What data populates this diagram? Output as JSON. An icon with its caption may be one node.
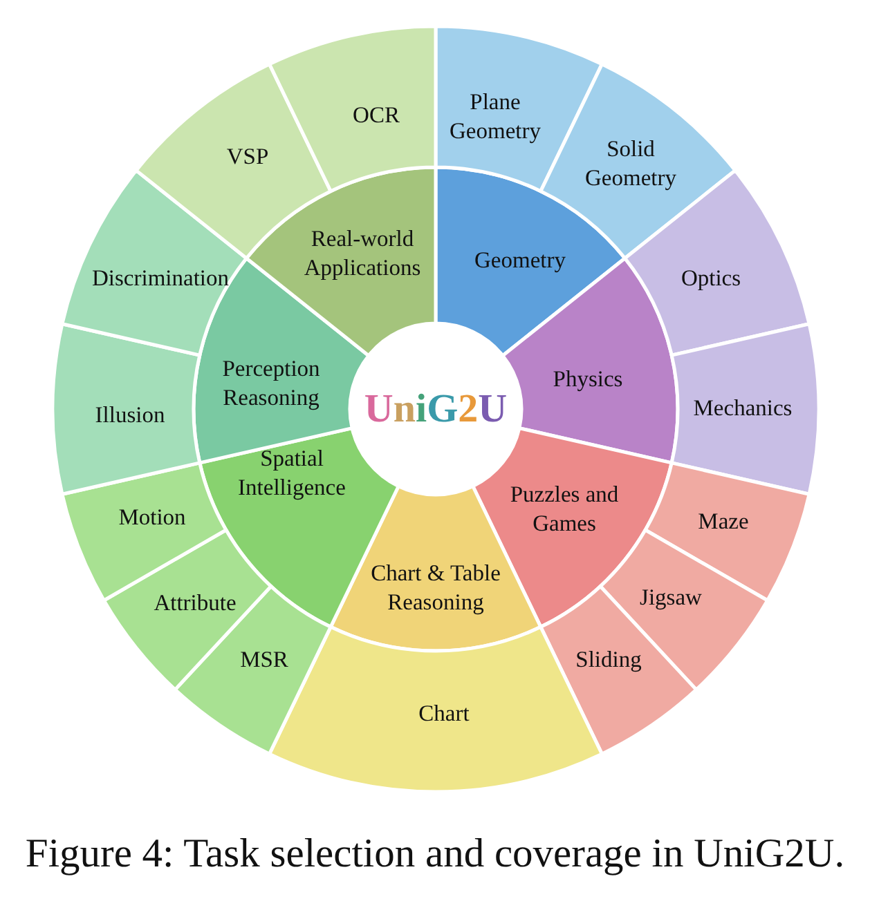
{
  "diagram": {
    "caption": "Figure 4: Task selection and coverage in UniG2U.",
    "nodes": [
      {
        "text": [
          "UniG2U"
        ]
      },
      {
        "text": [
          "Geometry"
        ]
      },
      {
        "text": [
          "Plane Geometry"
        ]
      },
      {
        "text": [
          "Solid Geometry"
        ]
      },
      {
        "text": [
          "Physics"
        ]
      },
      {
        "text": [
          "Optics"
        ]
      },
      {
        "text": [
          "Mechanics"
        ]
      },
      {
        "text": [
          "Puzzles and Games"
        ]
      },
      {
        "text": [
          "Maze"
        ]
      },
      {
        "text": [
          "Jigsaw"
        ]
      },
      {
        "text": [
          "Sliding"
        ]
      },
      {
        "text": [
          "Chart & Table Reasoning"
        ]
      },
      {
        "text": [
          "Chart"
        ]
      },
      {
        "text": [
          "Spatial Intelligence"
        ]
      },
      {
        "text": [
          "MSR"
        ]
      },
      {
        "text": [
          "Attribute"
        ]
      },
      {
        "text": [
          "Motion"
        ]
      },
      {
        "text": [
          "Perception Reasoning"
        ]
      },
      {
        "text": [
          "Illusion"
        ]
      },
      {
        "text": [
          "Discrimination"
        ]
      },
      {
        "text": [
          "Real-world Applications"
        ]
      },
      {
        "text": [
          "VSP"
        ]
      },
      {
        "text": [
          "OCR"
        ]
      }
    ]
  }
}
